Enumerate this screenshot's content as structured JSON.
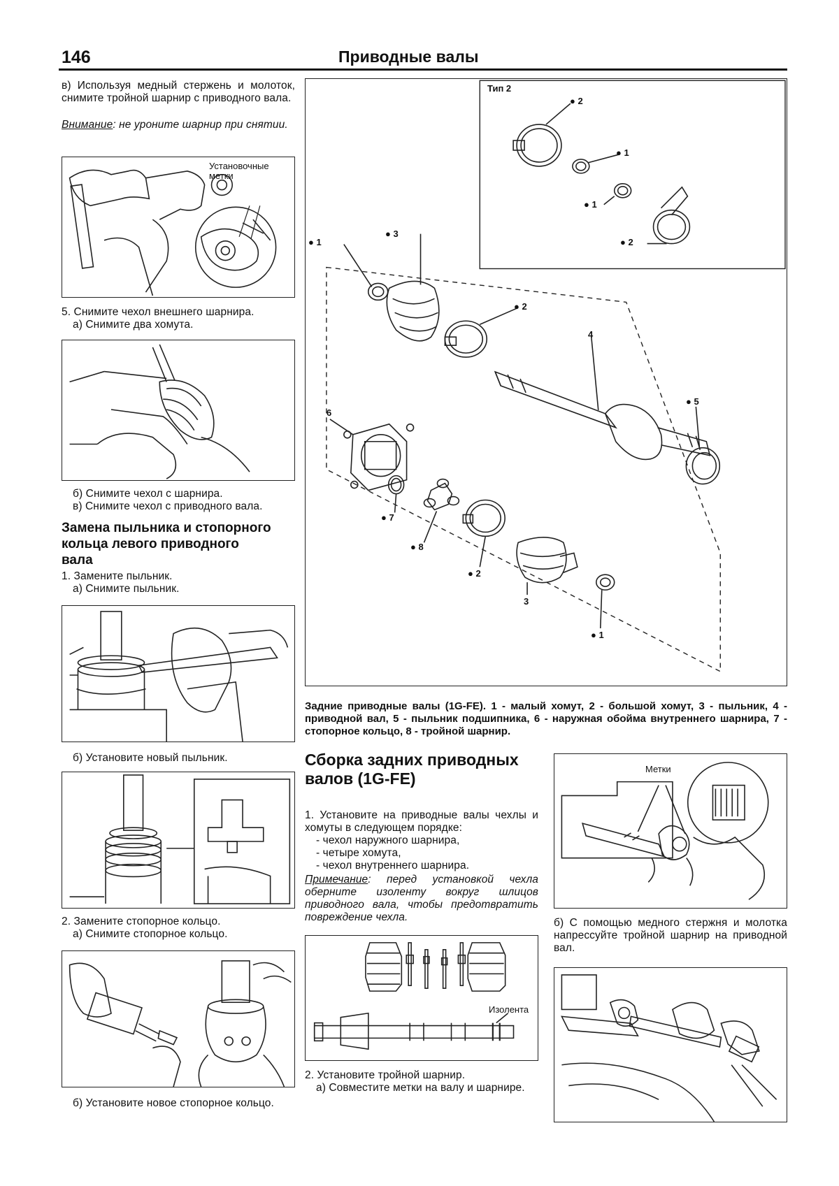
{
  "header": {
    "page_number": "146",
    "title": "Приводные валы"
  },
  "left": {
    "step_v_text": "в) Используя медный стержень и молоток, снимите тройной шарнир с приводного вала.",
    "attention_word": "Внимание",
    "attention_text": ": не уроните шарнир при снятии.",
    "fig1_label": "Установочные метки",
    "step5": "5. Снимите чехол внешнего шарнира.",
    "step5a": "а) Снимите два хомута.",
    "step5b": "б) Снимите чехол с шарнира.",
    "step5v": "в) Снимите чехол с приводного вала.",
    "section_title": "Замена пыльника и стопорного кольца левого приводного вала",
    "step1": "1. Замените пыльник.",
    "step1a": "а) Снимите пыльник.",
    "step1b": "б) Установите новый пыльник.",
    "step2": "2. Замените стопорное кольцо.",
    "step2a": "а) Снимите стопорное кольцо.",
    "step2b": "б) Установите новое стопорное кольцо."
  },
  "diagram": {
    "type2_label": "Тип 2",
    "parts": [
      "1",
      "2",
      "3",
      "4",
      "5",
      "6",
      "7",
      "8"
    ],
    "caption": "Задние приводные валы (1G-FE). 1 - малый хомут, 2 - большой хомут, 3 - пыльник, 4 - приводной вал, 5 - пыльник подшипника, 6 - наружная обойма внутреннего шарнира, 7 - стопорное кольцо, 8 - тройной шарнир."
  },
  "middle": {
    "section_title": "Сборка задних приводных валов (1G-FE)",
    "step1": "1. Установите на приводные валы чехлы и хомуты в следующем порядке:",
    "list": [
      "- чехол наружного шарнира,",
      "- четыре хомута,",
      "- чехол внутреннего шарнира."
    ],
    "note_word": "Примечание",
    "note_text": ": перед установкой чехла оберните изоленту вокруг шлицов приводного вала, чтобы предотвратить повреждение чехла.",
    "fig_label": "Изолента",
    "step2": "2. Установите тройной шарнир.",
    "step2a": "а) Совместите метки на валу и шарнире."
  },
  "right": {
    "fig_label": "Метки",
    "step_b": "б) С помощью медного стержня и молотка напрессуйте тройной шарнир на приводной вал."
  }
}
